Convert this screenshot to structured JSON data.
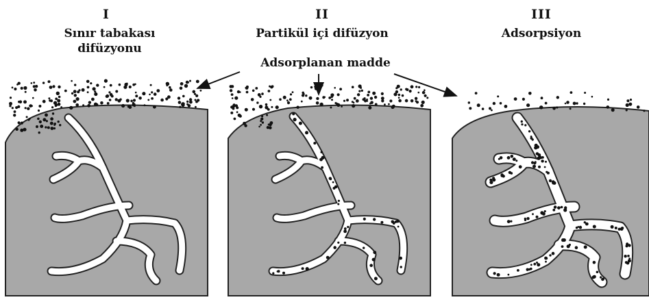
{
  "stages": [
    {
      "numeral": "I",
      "lines": [
        "Sınır tabakası",
        "difüzyonu"
      ]
    },
    {
      "numeral": "II",
      "lines": [
        "Partikül içi difüzyon"
      ]
    },
    {
      "numeral": "III",
      "lines": [
        "Adsorpsiyon"
      ]
    }
  ],
  "adsorbate_label": "Adsorplanan madde",
  "colors": {
    "particle": "#a8a8a8",
    "pore": "#ffffff",
    "outline": "#222222",
    "dot": "#111111"
  }
}
